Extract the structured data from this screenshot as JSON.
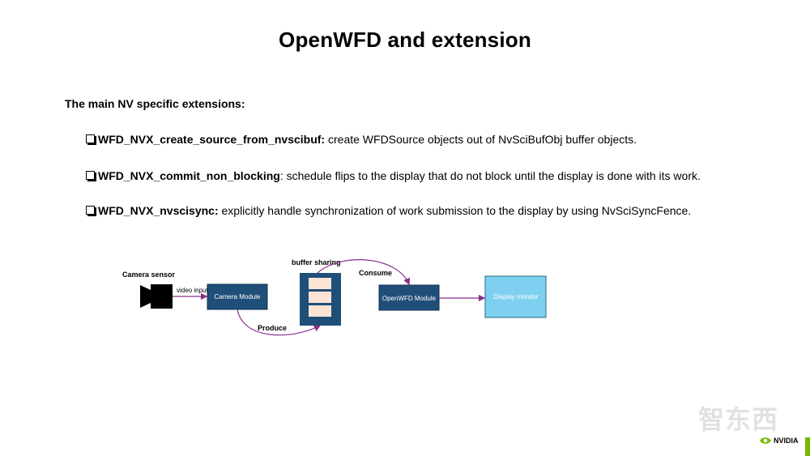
{
  "slide": {
    "title": "OpenWFD and extension",
    "intro": "The main NV specific extensions:",
    "bullets": [
      {
        "name": "WFD_NVX_create_source_from_nvscibuf:",
        "text": " create WFDSource objects out of NvSciBufObj buffer objects."
      },
      {
        "name": "WFD_NVX_commit_non_blocking",
        "text": ": schedule flips to the display that do not block until the display is done with its work."
      },
      {
        "name": "WFD_NVX_nvscisync:",
        "text": " explicitly handle synchronization of work submission to the display by using NvSciSyncFence."
      }
    ]
  },
  "diagram": {
    "camera_sensor_label": "Camera sensor",
    "video_input_label": "video input",
    "camera_module_label": "Camera Module",
    "produce_label": "Produce",
    "buffer_sharing_label": "buffer sharing",
    "consume_label": "Consume",
    "openwfd_module_label": "OpenWFD Module",
    "display_monitor_label": "Display monitor",
    "colors": {
      "module_fill": "#1f4e79",
      "buffer_slot": "#fbe3d6",
      "monitor_fill": "#7fd0f0",
      "arrow": "#8b2f8b"
    }
  },
  "footer": {
    "watermark": "智东西",
    "logo_text": "NVIDIA",
    "brand_green": "#76b900"
  }
}
